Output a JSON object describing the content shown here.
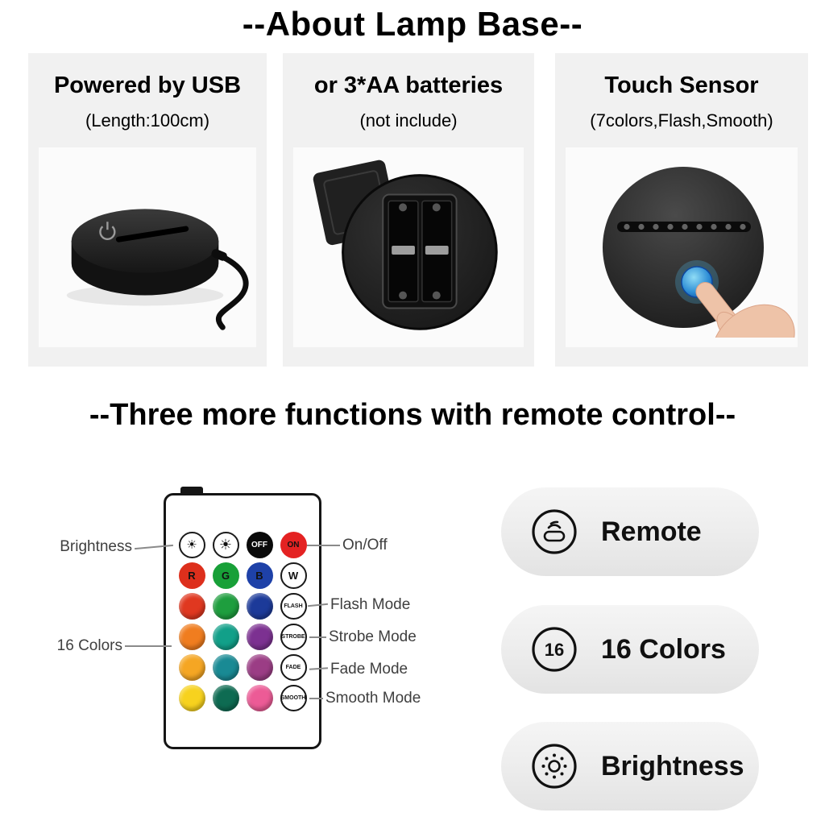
{
  "header": {
    "title": "--About Lamp Base--"
  },
  "features": [
    {
      "title": "Powered by USB",
      "subtitle": "(Length:100cm)"
    },
    {
      "title": "or 3*AA batteries",
      "subtitle": "(not include)"
    },
    {
      "title": "Touch Sensor",
      "subtitle": "(7colors,Flash,Smooth)"
    }
  ],
  "section2": {
    "title": "--Three more functions with remote control--"
  },
  "remote": {
    "glyphs": {
      "brightness_low": "☀",
      "brightness_high": "☀"
    },
    "off_label": "OFF",
    "on_label": "ON",
    "rgbw": {
      "r": "R",
      "g": "G",
      "b": "B",
      "w": "W"
    },
    "modes": [
      "FLASH",
      "STROBE",
      "FADE",
      "SMOOTH"
    ],
    "palette": [
      [
        "#e03820",
        "#1e9e3e",
        "#1c3a99"
      ],
      [
        "#f07d1f",
        "#12a089",
        "#7c3191"
      ],
      [
        "#f5a623",
        "#198a94",
        "#9b3d85"
      ],
      [
        "#f7d21e",
        "#0e6b52",
        "#ec5b96"
      ]
    ],
    "callouts": {
      "brightness": "Brightness",
      "on_off": "On/Off",
      "flash": "Flash Mode",
      "strobe": "Strobe Mode",
      "fade": "Fade Mode",
      "smooth": "Smooth Mode",
      "colors": "16 Colors"
    }
  },
  "badges": [
    {
      "label": "Remote"
    },
    {
      "label": "16 Colors",
      "icon_text": "16"
    },
    {
      "label": "Brightness"
    }
  ]
}
